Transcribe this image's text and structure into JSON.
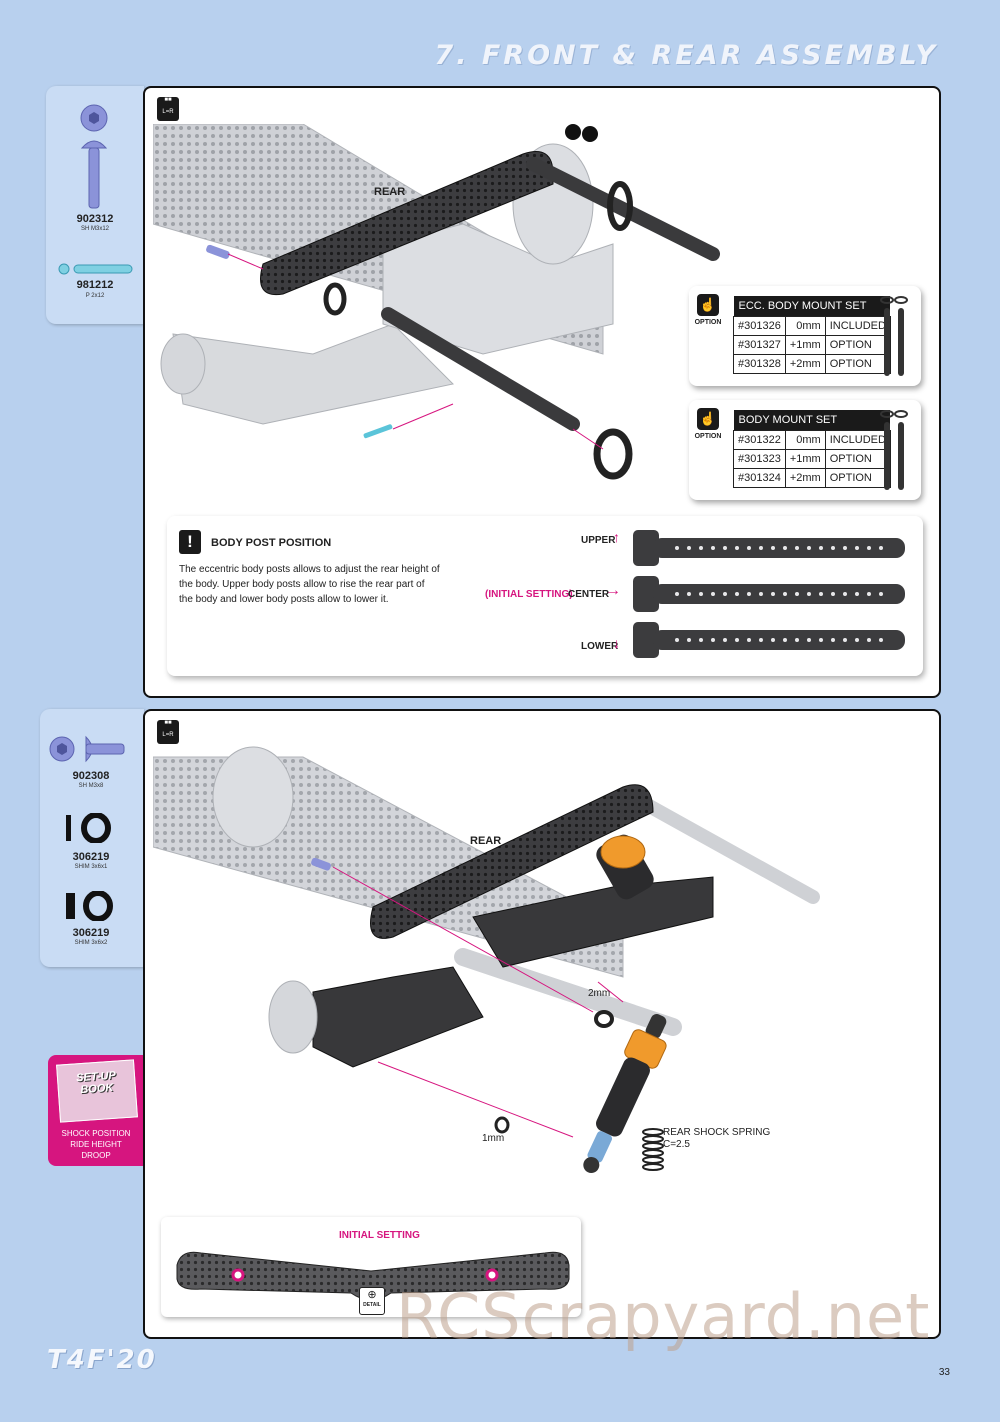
{
  "header": {
    "title": "7. FRONT & REAR ASSEMBLY"
  },
  "step1": {
    "lr_icon": "L=R",
    "parts": [
      {
        "code": "902312",
        "desc": "SH M3x12",
        "icon": "button-head-screw-icon"
      },
      {
        "code": "981212",
        "desc": "P 2x12",
        "icon": "pin-icon"
      }
    ],
    "rear_label": "REAR",
    "option_label": "OPTION",
    "ecc_table": {
      "title": "ECC. BODY MOUNT SET",
      "rows": [
        {
          "part": "#301326",
          "size": "0mm",
          "status": "INCLUDED"
        },
        {
          "part": "#301327",
          "size": "+1mm",
          "status": "OPTION"
        },
        {
          "part": "#301328",
          "size": "+2mm",
          "status": "OPTION"
        }
      ]
    },
    "body_table": {
      "title": "BODY MOUNT SET",
      "rows": [
        {
          "part": "#301322",
          "size": "0mm",
          "status": "INCLUDED"
        },
        {
          "part": "#301323",
          "size": "+1mm",
          "status": "OPTION"
        },
        {
          "part": "#301324",
          "size": "+2mm",
          "status": "OPTION"
        }
      ]
    },
    "note": {
      "title": "BODY POST POSITION",
      "text": "The eccentric body posts allows to adjust the rear height of the body. Upper body posts allow to rise the rear part of the body and lower body posts allow to lower it.",
      "upper": "UPPER",
      "initial": "(INITIAL SETTING)",
      "center": "CENTER",
      "lower": "LOWER"
    }
  },
  "step2": {
    "lr_icon": "L=R",
    "parts": [
      {
        "code": "902308",
        "desc": "SH M3x8",
        "icon": "button-head-screw-icon"
      },
      {
        "code": "306219",
        "desc": "SHIM 3x6x1",
        "icon": "shim-icon"
      },
      {
        "code": "306219",
        "desc": "SHIM 3x6x2",
        "icon": "shim-thick-icon"
      }
    ],
    "rear_label": "REAR",
    "shim_2mm": "2mm",
    "shim_1mm": "1mm",
    "spring_label": "REAR SHOCK SPRING",
    "spring_value": "C=2.5",
    "setup_book": {
      "book_label_1": "SET-UP",
      "book_label_2": "BOOK",
      "items": [
        "SHOCK POSITION",
        "RIDE HEIGHT",
        "DROOP"
      ]
    },
    "initial_setting": "INITIAL SETTING",
    "detail_label": "DETAIL"
  },
  "footer": {
    "logo": "T4F'20",
    "page": "33",
    "watermark": "RCScrapyard.net"
  },
  "colors": {
    "accent": "#d6157f",
    "background": "#b8d0ee",
    "panel": "#c9dcf4"
  }
}
